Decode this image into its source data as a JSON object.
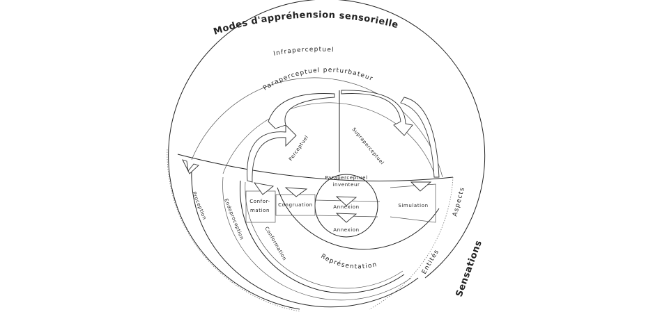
{
  "title": "Modes d'appréhension sensorielle",
  "rings": {
    "infra": "Infraperceptuel",
    "perturbateur": "Paraperceptuel perturbateur",
    "perceptuel": "Perceptuel",
    "supra": "Supraperceptuel",
    "inventeur_1": "Paraperceptuel",
    "inventeur_2": "inventeur",
    "representation": "Représentation"
  },
  "boxes": {
    "annexion_1": "Annexion",
    "annexion_2": "Annexion",
    "simulation": "Simulation",
    "congruation": "Congruation",
    "conformation_1": "Confor-",
    "conformation_2": "mation"
  },
  "bands": {
    "proception": "Proception",
    "endoproception": "Endoproception",
    "conformation": "Conformation"
  },
  "right_labels": {
    "aspects": "Aspects",
    "entites": "Entités",
    "sensations": "Sensations"
  }
}
